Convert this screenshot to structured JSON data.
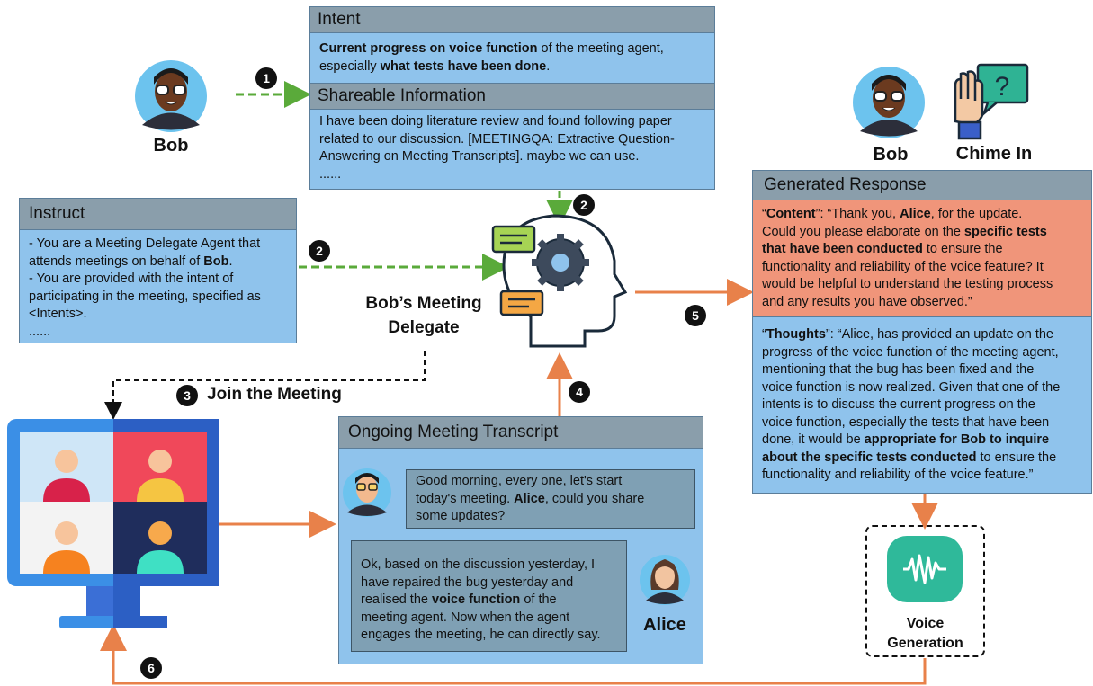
{
  "intent": {
    "title": "Intent",
    "bold1": "Current progress on voice function",
    "text1": " of the meeting agent,",
    "text2": "especially ",
    "bold2": "what tests have been done",
    "text3": "."
  },
  "shareable": {
    "title": "Shareable Information",
    "lines": [
      "I have been doing literature review and found following paper",
      "related to our discussion. [MEETINGQA: Extractive Question-",
      "Answering on Meeting Transcripts]. maybe we can use.",
      "......"
    ]
  },
  "instruct": {
    "title": "Instruct",
    "line1": " - You are a Meeting Delegate Agent that",
    "line2a": "attends meetings on behalf of  ",
    "line2b": "Bob",
    "line2c": ".",
    "line3": " - You are provided with the intent of",
    "line4": "participating in the meeting, specified as",
    "line5": "<Intents>.",
    "line6": "......"
  },
  "labels": {
    "bob": "Bob",
    "bob_right": "Bob",
    "chime_in": "Chime In",
    "delegate_line1": "Bob’s Meeting",
    "delegate_line2": "Delegate",
    "join": "Join the Meeting",
    "alice": "Alice",
    "voice_line1": "Voice",
    "voice_line2": "Generation"
  },
  "steps": {
    "s1": "1",
    "s2a": "2",
    "s2b": "2",
    "s3": "3",
    "s4": "4",
    "s5": "5",
    "s6": "6"
  },
  "response": {
    "title": "Generated Response",
    "content_key": "Content",
    "content_a": "”: “Thank you, ",
    "content_alice": "Alice",
    "content_b": ", for the update.",
    "content_c": "Could you please elaborate on the ",
    "content_bold": "specific tests",
    "content_bold2": "that have been conducted",
    "content_d": " to ensure the",
    "content_e": "functionality and reliability of the voice feature? It",
    "content_f": "would be helpful to understand the testing process",
    "content_g": "and any results you have observed.”",
    "thoughts_key": "Thoughts",
    "thoughts_a": "”: “Alice, has provided an update on the",
    "thoughts_b": "progress of the voice function of the meeting agent,",
    "thoughts_c": "mentioning that the bug has been fixed and the",
    "thoughts_d": "voice function is now realized. Given that one of the",
    "thoughts_e": "intents is to discuss the current progress on the",
    "thoughts_f": "voice function, especially the tests that have been",
    "thoughts_g": "done, it would be ",
    "thoughts_bold1": "appropriate for Bob to inquire",
    "thoughts_bold2": "about the specific tests conducted",
    "thoughts_h": " to ensure the",
    "thoughts_i": "functionality and reliability of the voice feature.”"
  },
  "transcript": {
    "title": "Ongoing Meeting Transcript",
    "bob_l1": "Good morning, every one, let's start",
    "bob_l2a": "today's meeting. ",
    "bob_l2b": "Alice",
    "bob_l2c": ",  could you share",
    "bob_l3": "some updates?",
    "alice_l1": "Ok, based on the discussion yesterday,  I",
    "alice_l2": "have repaired the bug yesterday and",
    "alice_l3a": "realised the ",
    "alice_l3b": "voice function",
    "alice_l3c": " of the",
    "alice_l4": "meeting agent.  Now when the agent",
    "alice_l5": "engages the meeting, he can directly say."
  },
  "colors": {
    "green_arrow": "#5aaa3a",
    "orange_arrow": "#e8814a",
    "panel_blue": "#8fc3ec",
    "header_gray": "#8a9eab",
    "content_orange": "#f0957a"
  }
}
